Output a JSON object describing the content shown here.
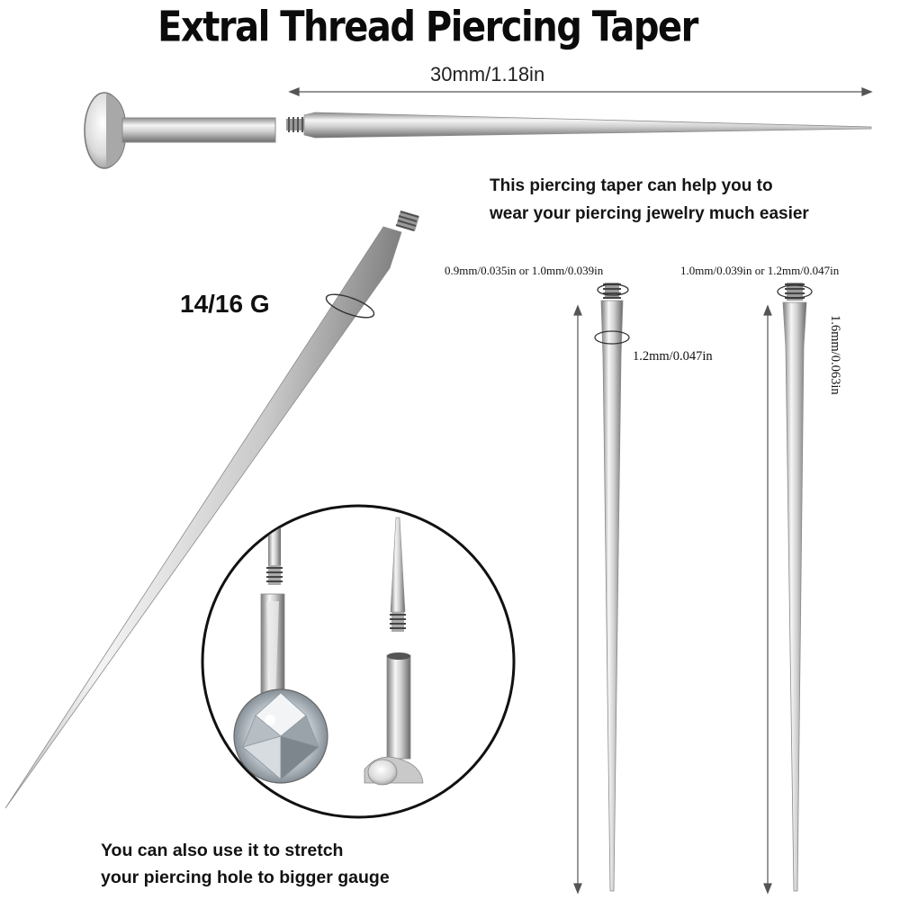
{
  "title": "Extral Thread Piercing Taper",
  "length_label": "30mm/1.18in",
  "help_text": {
    "line1": "This piercing taper can help you to",
    "line2": "wear your piercing jewelry much easier"
  },
  "gauge_label": "14/16 G",
  "taper_specs": {
    "left_top": "0.9mm/0.035in or 1.0mm/0.039in",
    "left_body": "1.2mm/0.047in",
    "right_top": "1.0mm/0.039in or 1.2mm/0.047in",
    "right_body": "1.6mm/0.063in"
  },
  "stretch_text": {
    "line1": "You can also use it to stretch",
    "line2": "your piercing hole to bigger gauge"
  },
  "colors": {
    "steel_light": "#f4f4f4",
    "steel_mid": "#bdbdbd",
    "steel_dark": "#6e6e6e",
    "text": "#111111"
  }
}
